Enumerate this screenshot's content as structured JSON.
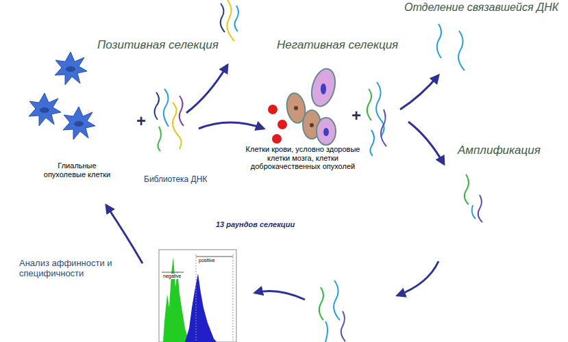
{
  "diagram": {
    "labels": [
      "Позитивная селекция",
      "Негативная селекция",
      "Отделение связавшейся ДНК",
      "Амплификация",
      "Глиальные опухолевые клетки",
      "+",
      "Библиотека ДНК",
      "Клетки крови, условно здоровые клетки мозга, клетки доброкачественных опухолей",
      "+",
      "13 раундов селекции",
      "Анализ аффинности и специфичности",
      "negative",
      "positive"
    ]
  }
}
